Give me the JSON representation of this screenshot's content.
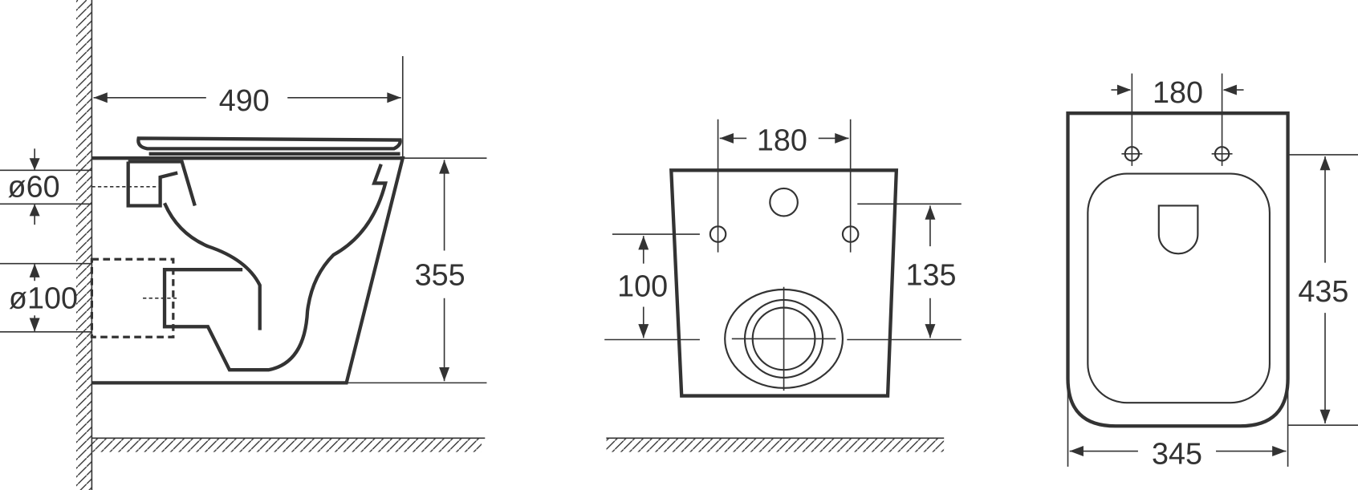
{
  "side_view": {
    "depth": "490",
    "height": "355",
    "inlet_diameter": "ø60",
    "outlet_diameter": "ø100"
  },
  "rear_view": {
    "bolt_spacing": "180",
    "bolt_height": "100",
    "inlet_height": "135"
  },
  "top_view": {
    "seat_bolt_spacing": "180",
    "width": "345",
    "length": "435"
  },
  "colors": {
    "line": "#333333",
    "background": "#ffffff"
  }
}
